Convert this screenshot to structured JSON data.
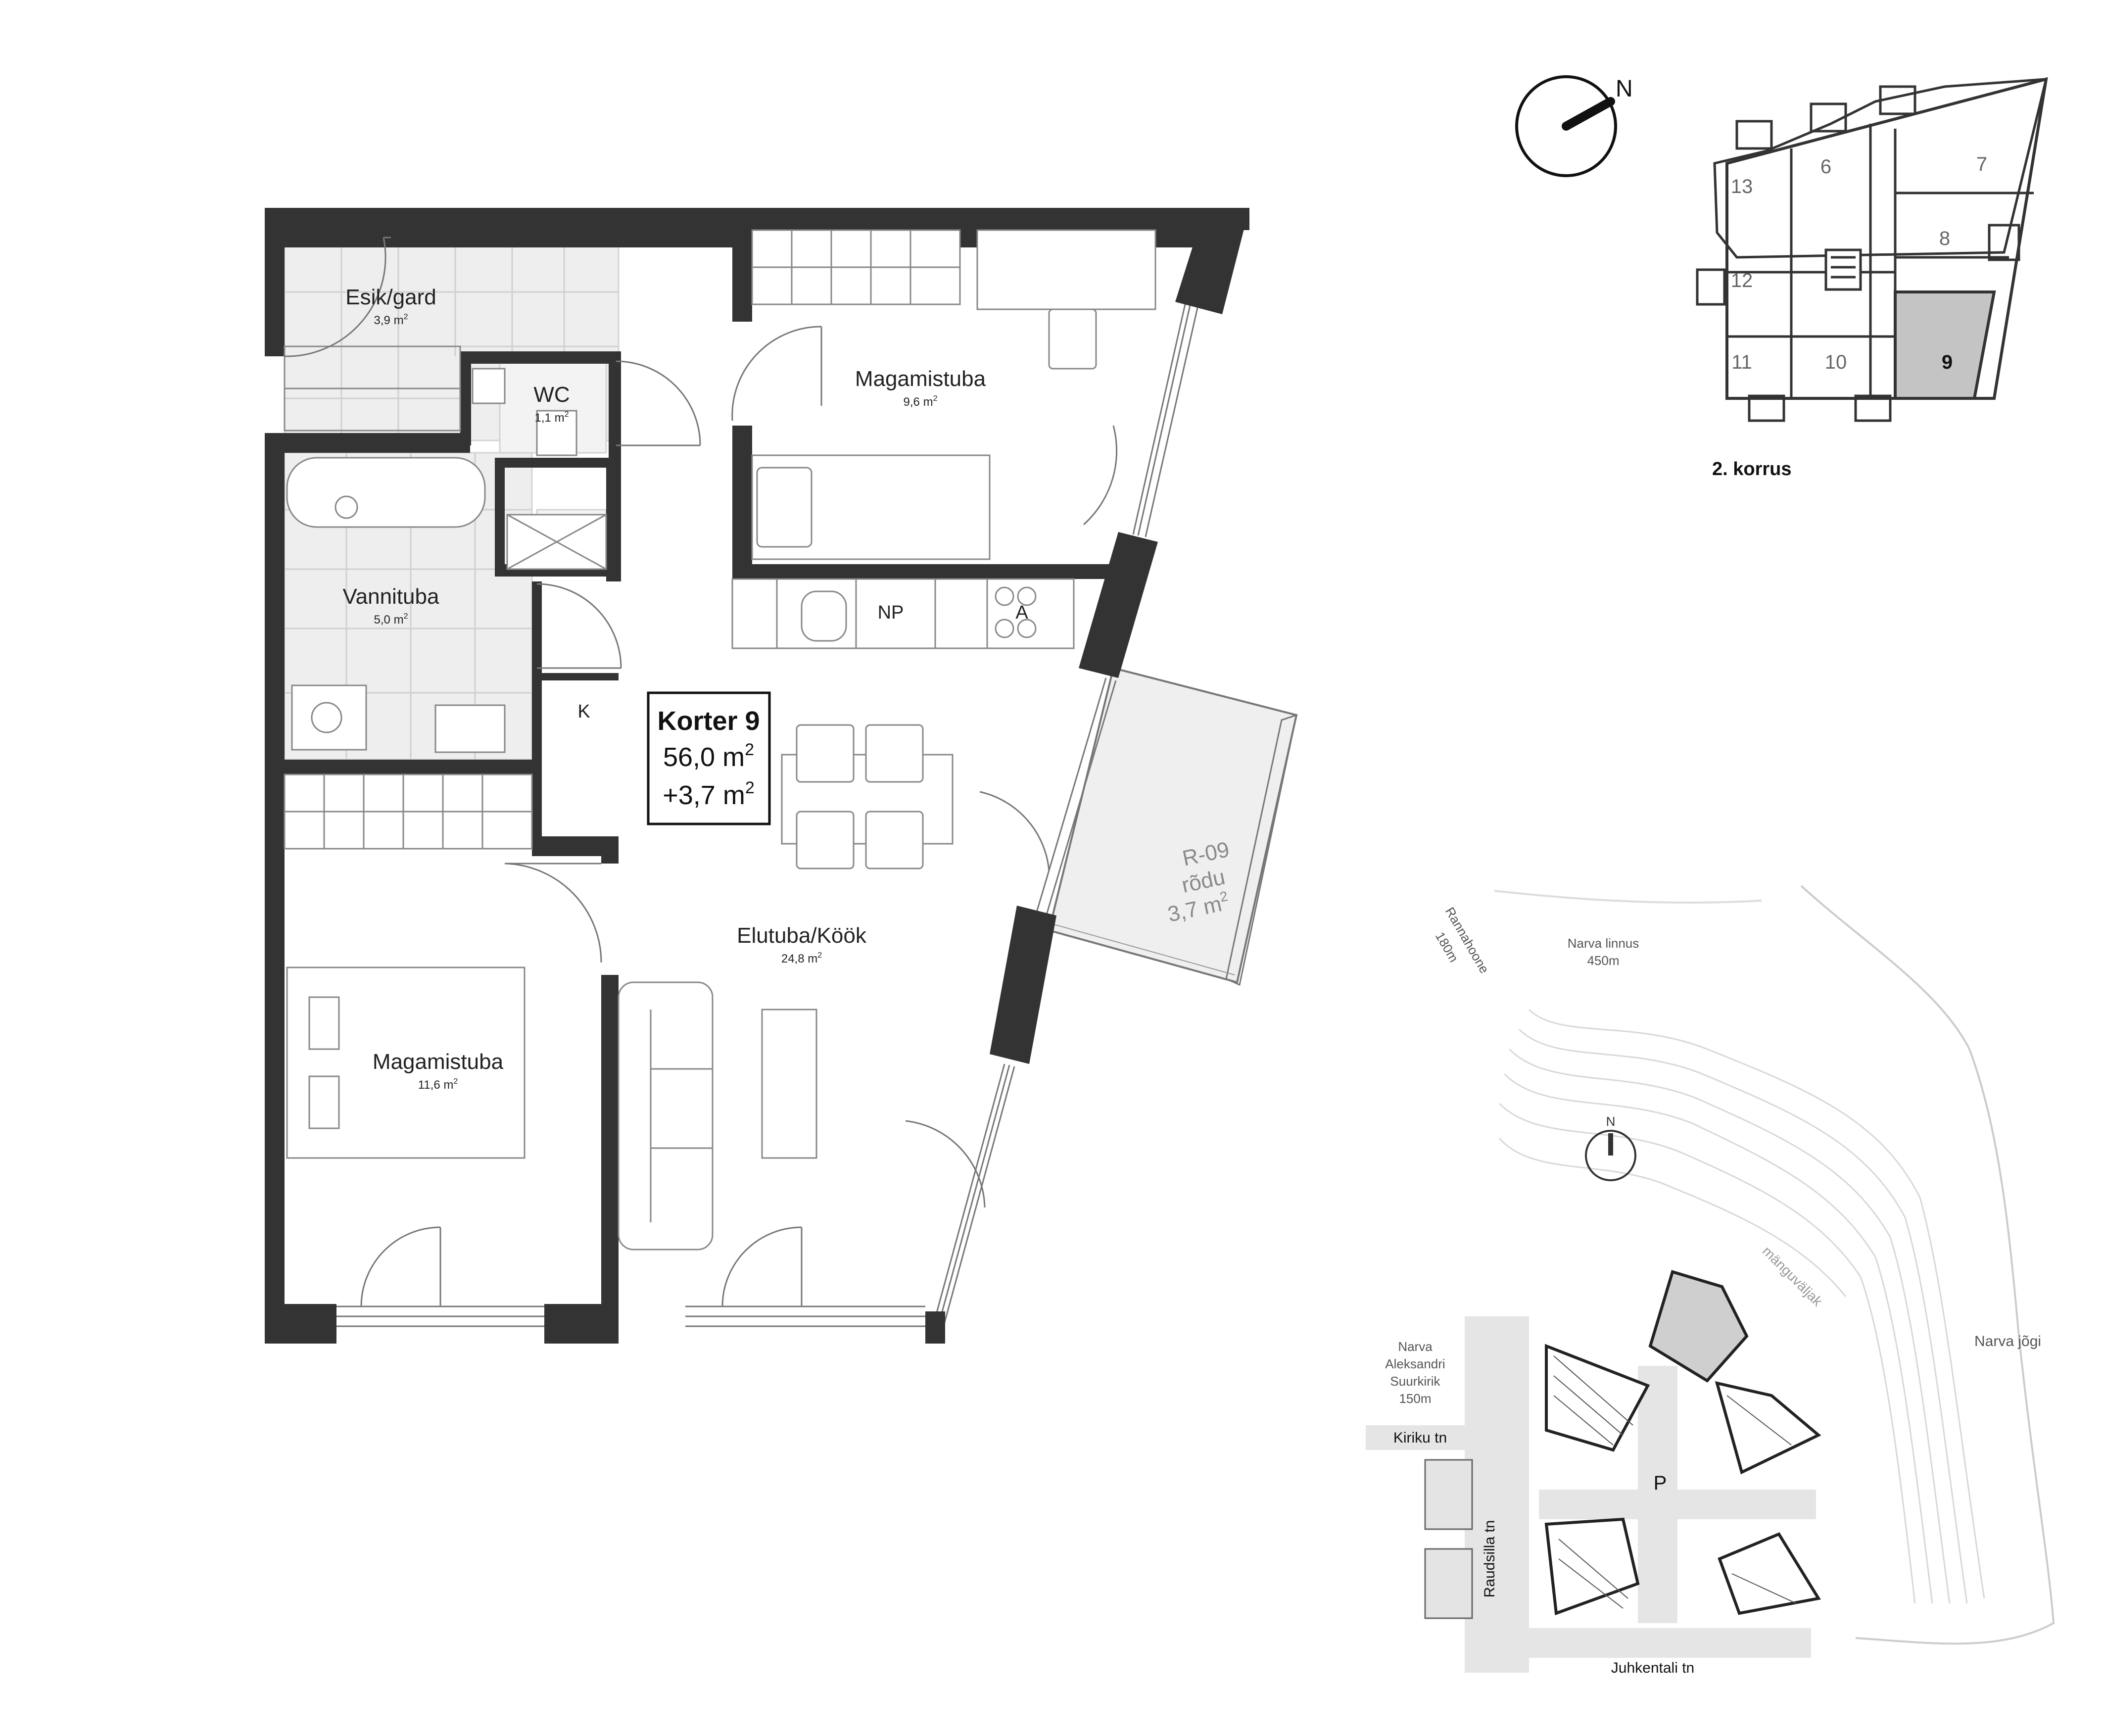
{
  "apartment": {
    "title": "Korter 9",
    "area": "56,0 m",
    "area_sup": "2",
    "extra": "+3,7 m",
    "extra_sup": "2"
  },
  "rooms": {
    "esik": {
      "name": "Esik/gard",
      "area": "3,9 m",
      "sup": "2"
    },
    "wc": {
      "name": "WC",
      "area": "1,1 m",
      "sup": "2"
    },
    "vannituba": {
      "name": "Vannituba",
      "area": "5,0 m",
      "sup": "2"
    },
    "bed1": {
      "name": "Magamistuba",
      "area": "9,6 m",
      "sup": "2"
    },
    "bed2": {
      "name": "Magamistuba",
      "area": "11,6 m",
      "sup": "2"
    },
    "living": {
      "name": "Elutuba/Köök",
      "area": "24,8 m",
      "sup": "2"
    }
  },
  "fixtures": {
    "np": "NP",
    "a": "A",
    "k": "K"
  },
  "balcony": {
    "code": "R-09",
    "name": "rõdu",
    "area": "3,7 m",
    "sup": "2"
  },
  "compass": {
    "north": "N"
  },
  "keyplan": {
    "floor_label": "2. korrus",
    "apartments": [
      "13",
      "6",
      "7",
      "8",
      "12",
      "11",
      "10",
      "9"
    ],
    "highlight": "9",
    "highlight_color": "#c4c4c4"
  },
  "site": {
    "north": "N",
    "rannahoone": [
      "Rannahoone",
      "180m"
    ],
    "linnus": [
      "Narva linnus",
      "450m"
    ],
    "kirik": [
      "Narva",
      "Aleksandri",
      "Suurkirik",
      "150m"
    ],
    "kiriku": "Kiriku tn",
    "raudsilla": "Raudsilla tn",
    "juhkentali": "Juhkentali tn",
    "parking": "P",
    "manguvaljak": "mänguväljak",
    "river": "Narva jõgi"
  },
  "colors": {
    "wall": "#333333",
    "tile": "#eeeeee",
    "line": "#888888",
    "site_road": "#e5e5e5"
  }
}
